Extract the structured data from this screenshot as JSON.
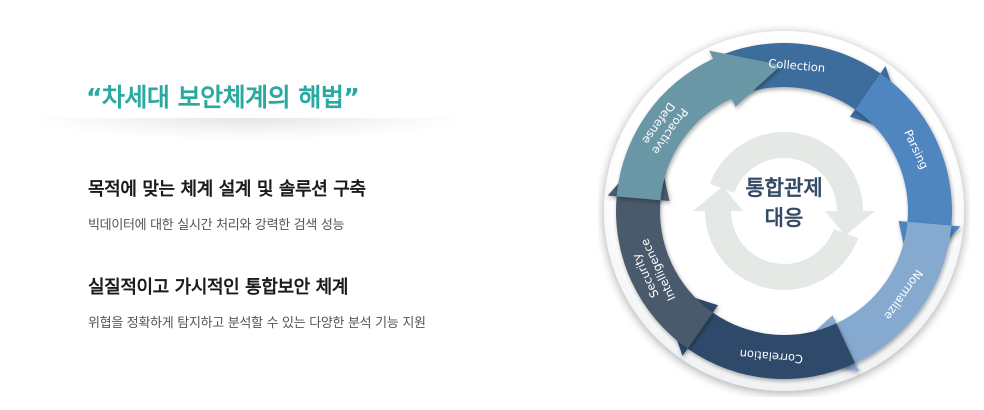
{
  "headline": "“차세대 보안체계의 해법”",
  "features": [
    {
      "title": "목적에 맞는 체계 설계 및 솔루션 구축",
      "desc": "빅데이터에 대한 실시간 처리와  강력한 검색 성능"
    },
    {
      "title": "실질적이고 가시적인 통합보안 체계",
      "desc": "위협을 정확하게 탐지하고 분석할 수 있는 다양한 분석 기능 지원"
    }
  ],
  "cycle": {
    "center_lines": [
      "통합관제",
      "대응"
    ],
    "segments": [
      {
        "label": "Collection",
        "color": "#3d6d9c"
      },
      {
        "label": "Parsing",
        "color": "#4f86c0"
      },
      {
        "label": "Normalize",
        "color": "#86a9cf"
      },
      {
        "label": "Correlation",
        "color": "#2e4a6b"
      },
      {
        "label": "Security Intelligence",
        "color": "#4a5a6c"
      },
      {
        "label": "Proactive Defense",
        "color": "#6a97a6"
      }
    ],
    "colors": {
      "center_arrows": "#e4e9e5",
      "center_text": "#344a66",
      "ring_bg": "#ffffff"
    }
  }
}
